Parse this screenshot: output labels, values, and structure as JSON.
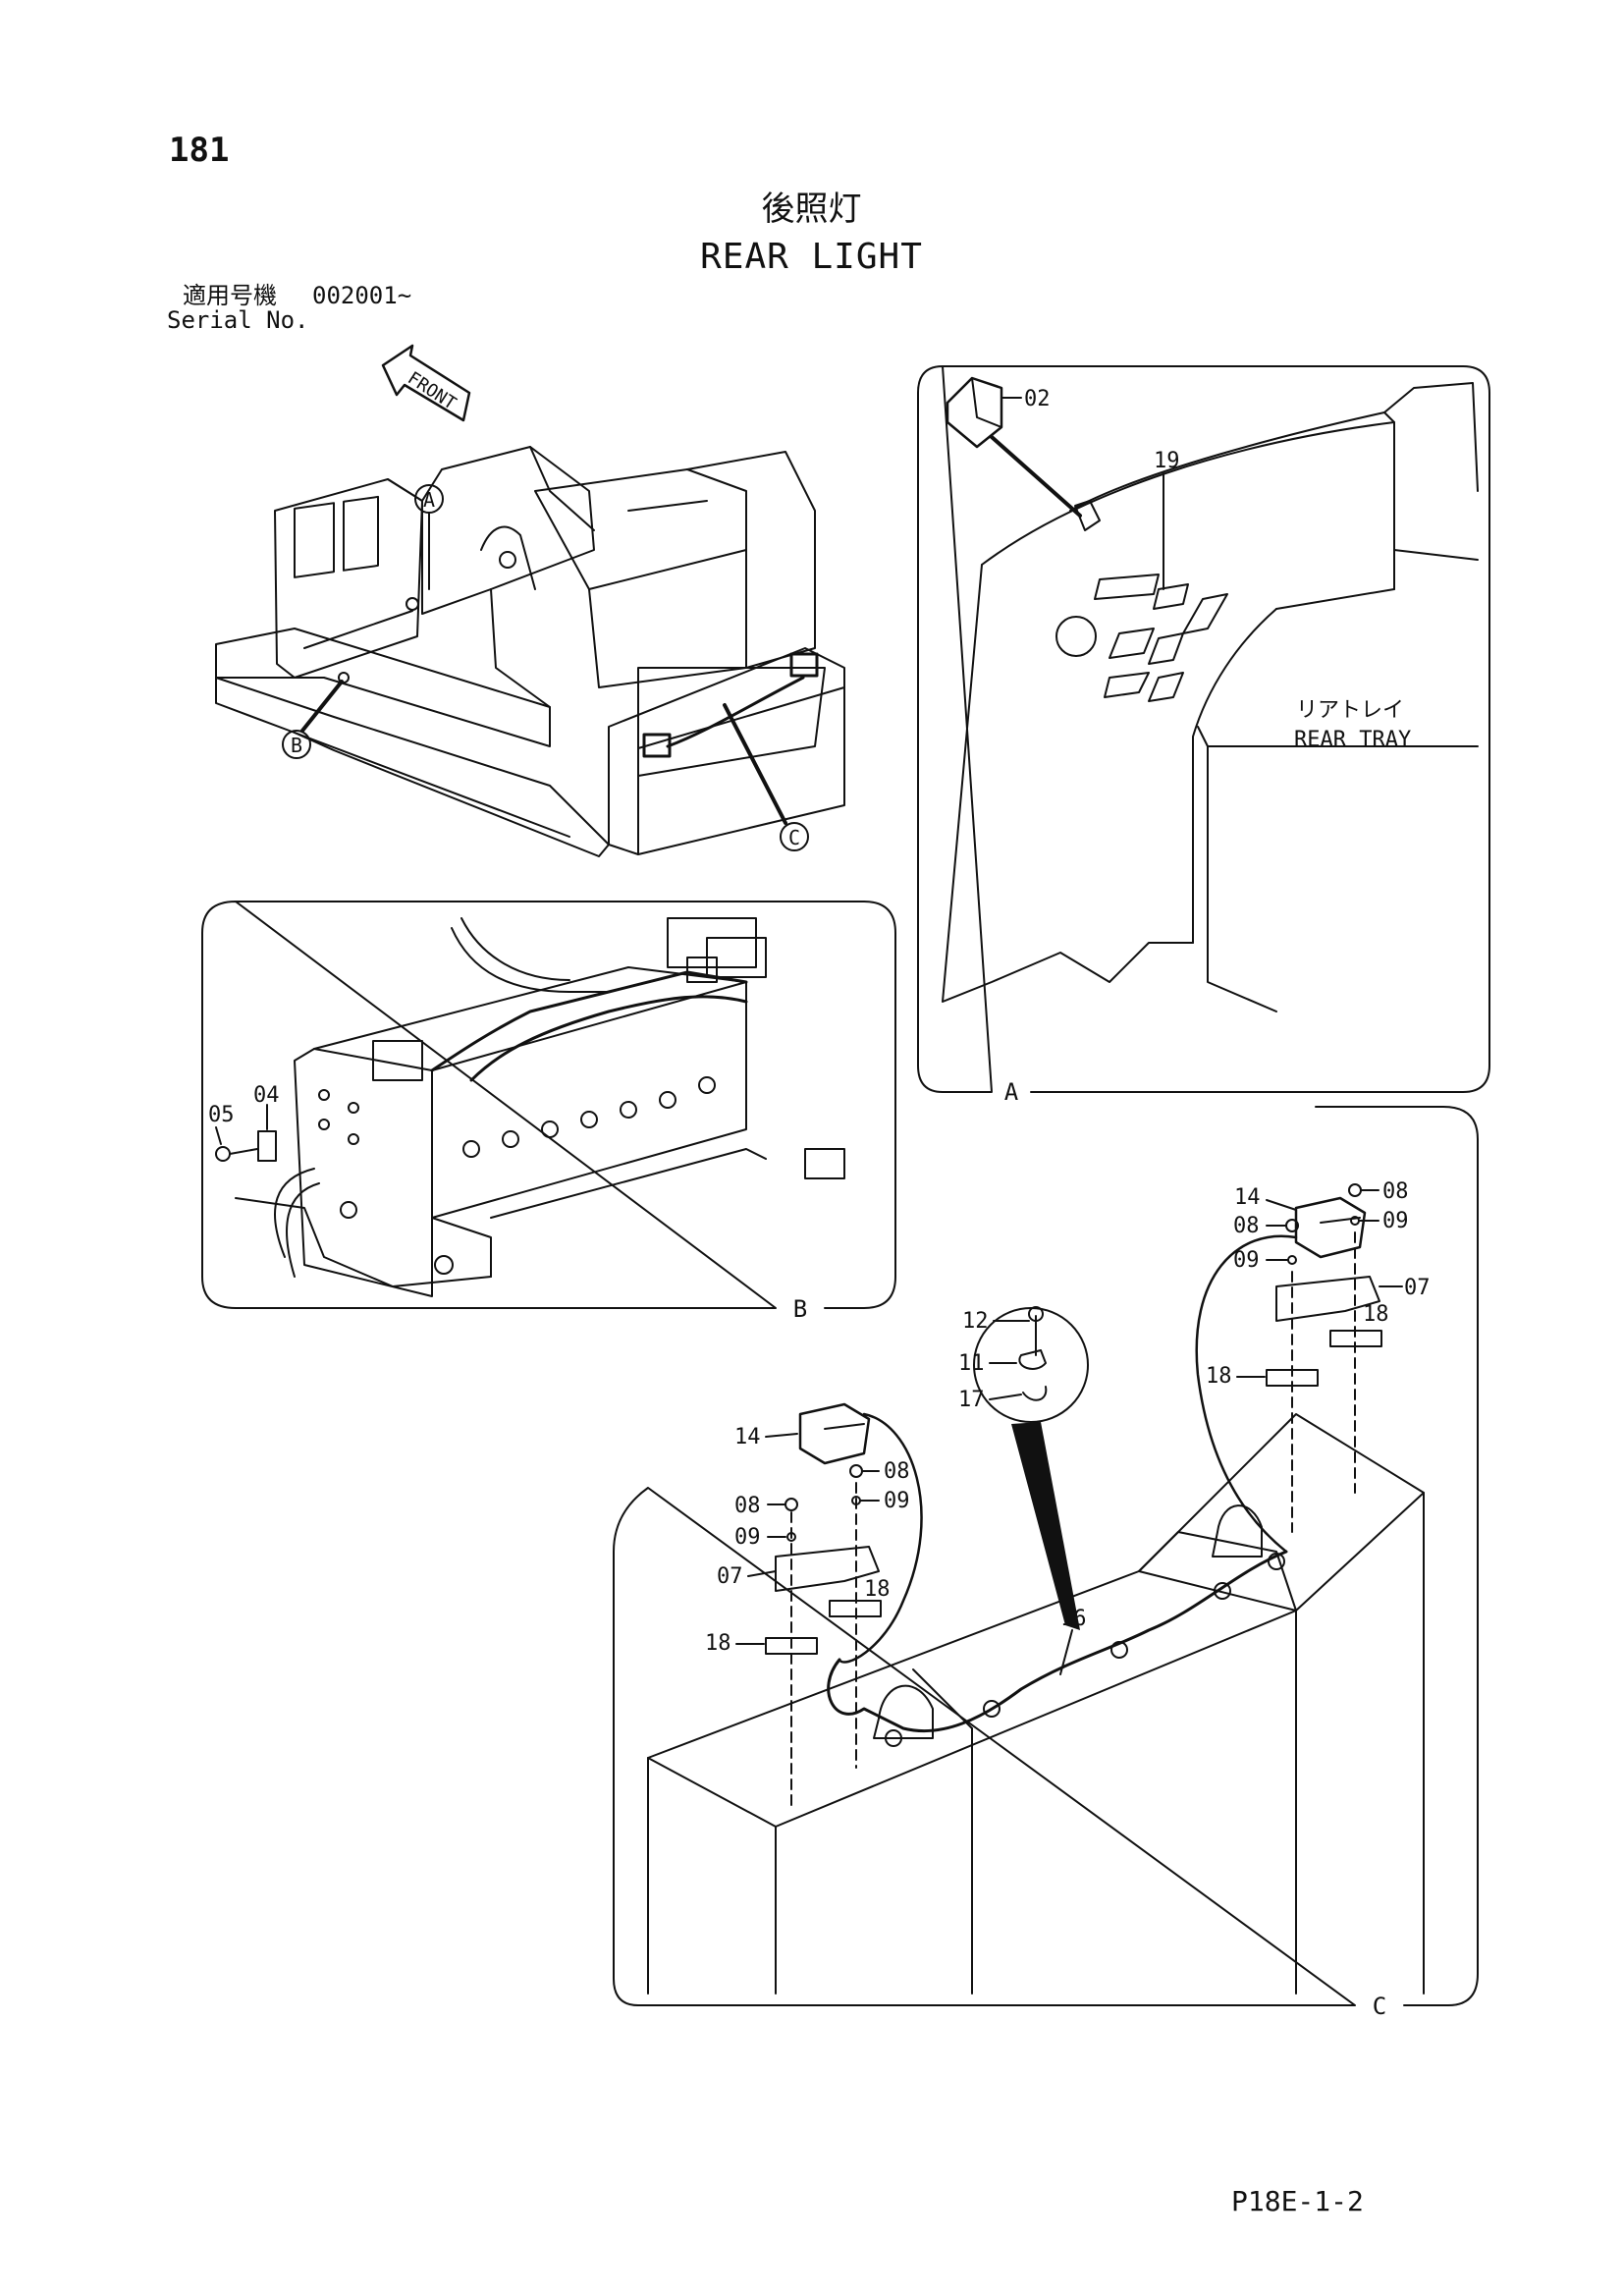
{
  "page": {
    "number": "181",
    "doc_code": "P18E-1-2"
  },
  "title": {
    "japanese": "後照灯",
    "english": "REAR LIGHT"
  },
  "serial": {
    "label_jp": "適用号機",
    "value": "002001~",
    "label_en": "Serial No."
  },
  "views": {
    "overview": {
      "front_label": "FRONT",
      "callouts": [
        "A",
        "B",
        "C"
      ]
    },
    "view_a": {
      "label": "A",
      "parts": [
        "02",
        "19"
      ],
      "tray_label_jp": "リアトレイ",
      "tray_label_en": "REAR TRAY"
    },
    "view_b": {
      "label": "B",
      "parts": [
        "05",
        "04"
      ]
    },
    "view_c": {
      "label": "C",
      "detail_parts": [
        "12",
        "11",
        "17"
      ],
      "left_lamp_parts": [
        "14",
        "08",
        "08",
        "09",
        "09",
        "07",
        "18",
        "18"
      ],
      "right_lamp_parts": [
        "14",
        "08",
        "09",
        "08",
        "09",
        "07",
        "18",
        "18"
      ],
      "harness_part": "16"
    }
  }
}
